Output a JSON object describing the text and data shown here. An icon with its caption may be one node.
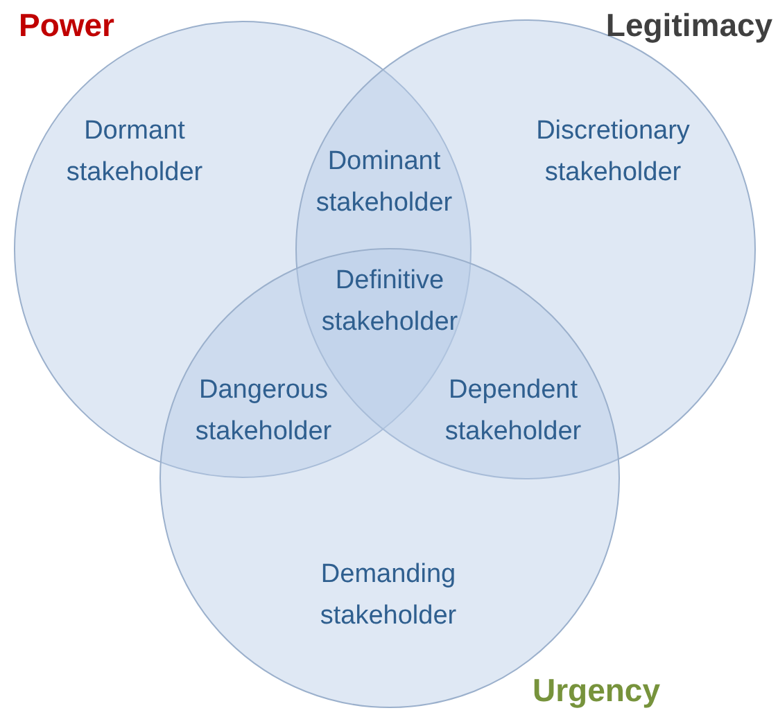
{
  "diagram": {
    "nodes": [
      {
        "text": [
          "Power",
          "Dormant stakeholder"
        ]
      },
      {
        "text": [
          "Legitimacy",
          "Discretionary stakeholder"
        ]
      },
      {
        "text": [
          "Urgency",
          "Demanding stakeholder"
        ]
      }
    ],
    "labels": [
      "Dominant stakeholder",
      "Definitive stakeholder",
      "Dangerous stakeholder",
      "Dependent stakeholder"
    ]
  }
}
